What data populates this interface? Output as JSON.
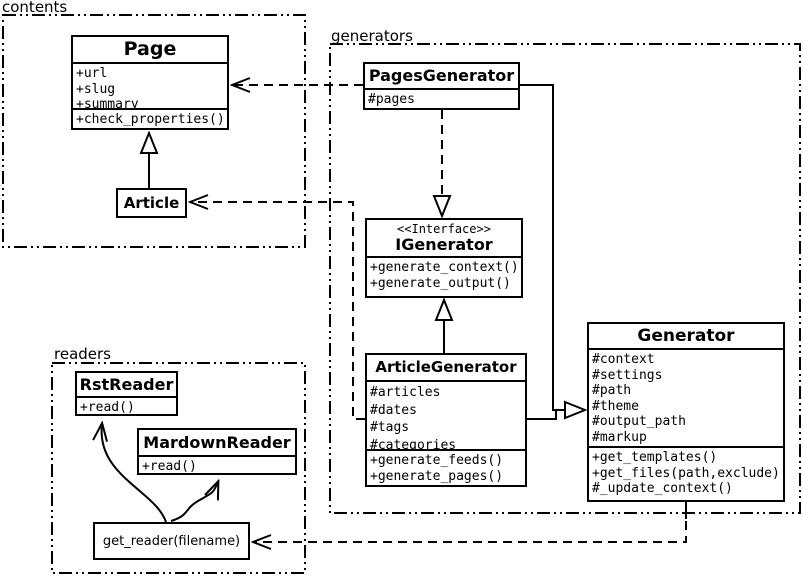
{
  "packages": {
    "contents": {
      "label": "contents"
    },
    "generators": {
      "label": "generators"
    },
    "readers": {
      "label": "readers"
    }
  },
  "classes": {
    "page": {
      "name": "Page",
      "attributes": [
        "+url",
        "+slug",
        "+summary"
      ],
      "methods": [
        "+check_properties()"
      ]
    },
    "article": {
      "name": "Article"
    },
    "pages_generator": {
      "name": "PagesGenerator",
      "attributes": [
        "#pages"
      ]
    },
    "igenerator": {
      "stereotype": "<<Interface>>",
      "name": "IGenerator",
      "methods": [
        "+generate_context()",
        "+generate_output()"
      ]
    },
    "article_generator": {
      "name": "ArticleGenerator",
      "attributes": [
        "#articles",
        "#dates",
        "#tags",
        "#categories"
      ],
      "methods": [
        "+generate_feeds()",
        "+generate_pages()"
      ]
    },
    "generator": {
      "name": "Generator",
      "attributes": [
        "#context",
        "#settings",
        "#path",
        "#theme",
        "#output_path",
        "#markup"
      ],
      "methods": [
        "+get_templates()",
        "+get_files(path,exclude)",
        "#_update_context()"
      ]
    },
    "rst_reader": {
      "name": "RstReader",
      "methods": [
        "+read()"
      ]
    },
    "markdown_reader": {
      "name": "MardownReader",
      "methods": [
        "+read()"
      ]
    },
    "get_reader": {
      "label": "get_reader(filename)"
    }
  },
  "colors": {
    "line": "#000000",
    "background": "#ffffff",
    "box_fill": "#ffffff"
  }
}
